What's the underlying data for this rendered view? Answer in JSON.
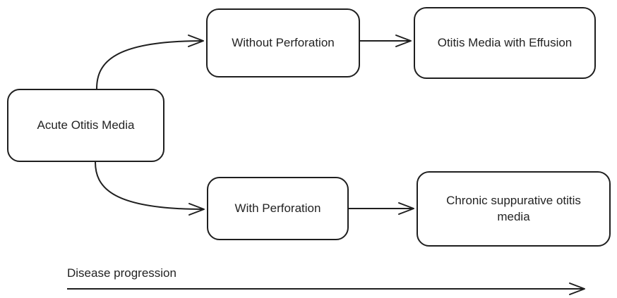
{
  "diagram": {
    "type": "flowchart",
    "background": "#ffffff",
    "colors": {
      "stroke": "#1f1f1f",
      "text": "#232323",
      "node_fill": "#ffffff"
    },
    "nodes": [
      {
        "id": "acute-otitis-media",
        "label": "Acute Otitis Media"
      },
      {
        "id": "without-perforation",
        "label": "Without Perforation"
      },
      {
        "id": "otitis-media-with-effusion",
        "label": "Otitis Media with Effusion"
      },
      {
        "id": "with-perforation",
        "label": "With Perforation"
      },
      {
        "id": "chronic-suppurative-otitis-media",
        "label": "Chronic suppurative otitis media"
      }
    ],
    "edges": [
      {
        "from": "acute-otitis-media",
        "to": "without-perforation",
        "style": "curved"
      },
      {
        "from": "acute-otitis-media",
        "to": "with-perforation",
        "style": "curved"
      },
      {
        "from": "without-perforation",
        "to": "otitis-media-with-effusion",
        "style": "straight"
      },
      {
        "from": "with-perforation",
        "to": "chronic-suppurative-otitis-media",
        "style": "straight"
      }
    ],
    "axis": {
      "label": "Disease progression",
      "direction": "left-to-right"
    }
  }
}
